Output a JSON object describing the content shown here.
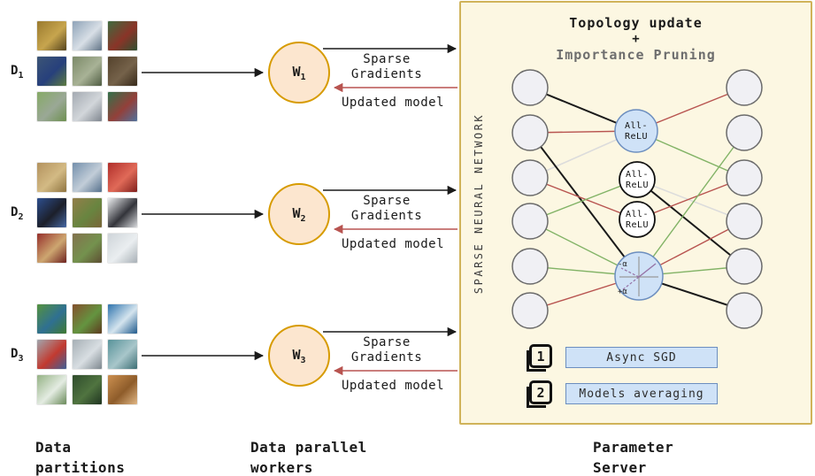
{
  "colors": {
    "worker_fill": "#fce6cf",
    "worker_border": "#d79b00",
    "server_bg": "#fcf7e2",
    "server_border": "#d0b35a",
    "node_fill": "#f0f0f4",
    "node_border": "#6b6b6b",
    "blue_fill": "#cfe2f7",
    "blue_border": "#6c8ebf",
    "white_fill": "#ffffff",
    "dark_border": "#111111",
    "black": "#1a1a1a",
    "red": "#b85450",
    "green": "#82b366",
    "gray": "#dcdcdc",
    "purple": "#9673a6",
    "axis": "#999999",
    "step_fill": "#cfe2f7",
    "step_border": "#6c8ebf"
  },
  "captions": {
    "c1_line1": "Data",
    "c1_line2": "partitions",
    "c2_line1": "Data parallel",
    "c2_line2": "workers",
    "c3_line1": "Parameter",
    "c3_line2": "Server"
  },
  "partitions": [
    {
      "label": "D",
      "sub": "1",
      "tiles": [
        {
          "name": "frog",
          "colors": [
            "#9a7a2e",
            "#c7a54e",
            "#55431c"
          ]
        },
        {
          "name": "truck",
          "colors": [
            "#8fa3b8",
            "#d8dfe6",
            "#5f7285"
          ]
        },
        {
          "name": "dump-truck",
          "colors": [
            "#3f6b3f",
            "#8a3428",
            "#2f5030"
          ]
        },
        {
          "name": "peacock",
          "colors": [
            "#3c5575",
            "#27407c",
            "#5d7c40"
          ]
        },
        {
          "name": "toad",
          "colors": [
            "#7c8a68",
            "#a8b296",
            "#4f5c42"
          ]
        },
        {
          "name": "owl",
          "colors": [
            "#54422c",
            "#75624a",
            "#382a1a"
          ]
        },
        {
          "name": "bird-grass",
          "colors": [
            "#86aa66",
            "#9aa896",
            "#6d9050"
          ]
        },
        {
          "name": "airplane",
          "colors": [
            "#a4aab2",
            "#d2d6da",
            "#7e858e"
          ]
        },
        {
          "name": "train",
          "colors": [
            "#33704a",
            "#93403a",
            "#50719c"
          ]
        }
      ]
    },
    {
      "label": "D",
      "sub": "2",
      "tiles": [
        {
          "name": "deer",
          "colors": [
            "#b3925e",
            "#d3ba84",
            "#8f7440"
          ]
        },
        {
          "name": "car-mountain",
          "colors": [
            "#7490ac",
            "#c2cdd8",
            "#55708c"
          ]
        },
        {
          "name": "red-car",
          "colors": [
            "#b02e2a",
            "#e06a58",
            "#801f1c"
          ]
        },
        {
          "name": "black-dog",
          "colors": [
            "#2d4e8e",
            "#1c1f2a",
            "#4668a4"
          ]
        },
        {
          "name": "elk",
          "colors": [
            "#937e4a",
            "#688540",
            "#7a6538"
          ]
        },
        {
          "name": "plane-silhouette",
          "colors": [
            "#eceef0",
            "#33343a",
            "#d8dadd"
          ]
        },
        {
          "name": "dog-carpet",
          "colors": [
            "#96302c",
            "#cda670",
            "#6e2220"
          ]
        },
        {
          "name": "cattle",
          "colors": [
            "#83724e",
            "#74924e",
            "#5d4e32"
          ]
        },
        {
          "name": "white-truck",
          "colors": [
            "#ced4d9",
            "#eaeef0",
            "#a8b0b6"
          ]
        }
      ]
    },
    {
      "label": "D",
      "sub": "3",
      "tiles": [
        {
          "name": "peacock-green",
          "colors": [
            "#54923f",
            "#2f7092",
            "#3f7a30"
          ]
        },
        {
          "name": "horse",
          "colors": [
            "#84502c",
            "#649440",
            "#5e3a1e"
          ]
        },
        {
          "name": "boat",
          "colors": [
            "#2f74ae",
            "#d4e4ee",
            "#1f5a8c"
          ]
        },
        {
          "name": "jet",
          "colors": [
            "#a0a6ad",
            "#c23a30",
            "#3f5f96"
          ]
        },
        {
          "name": "truck-gray",
          "colors": [
            "#a6afb5",
            "#d8dee2",
            "#7d878e"
          ]
        },
        {
          "name": "teal-car",
          "colors": [
            "#58939a",
            "#a8c6ca",
            "#3c6e74"
          ]
        },
        {
          "name": "bird-perched",
          "colors": [
            "#94b284",
            "#e4ece2",
            "#6a8a5a"
          ]
        },
        {
          "name": "monkey",
          "colors": [
            "#2f4c2c",
            "#507440",
            "#1f3420"
          ]
        },
        {
          "name": "puppy",
          "colors": [
            "#cc9050",
            "#8e5c2a",
            "#e0b684"
          ]
        }
      ]
    }
  ],
  "workers": [
    {
      "label": "W",
      "sub": "1",
      "arrow_out_line1": "Sparse",
      "arrow_out_line2": "Gradients",
      "arrow_back": "Updated model"
    },
    {
      "label": "W",
      "sub": "2",
      "arrow_out_line1": "Sparse",
      "arrow_out_line2": "Gradients",
      "arrow_back": "Updated model"
    },
    {
      "label": "W",
      "sub": "3",
      "arrow_out_line1": "Sparse",
      "arrow_out_line2": "Gradients",
      "arrow_back": "Updated model"
    }
  ],
  "server": {
    "title": "Topology update",
    "plus": "+",
    "subtitle": "Importance Pruning",
    "side_label": "SPARSE NEURAL NETWORK",
    "relu_label_line1": "All-",
    "relu_label_line2": "ReLU",
    "activation": {
      "neg": "-α",
      "pos": "+α"
    },
    "steps": [
      {
        "num": "1",
        "label": "Async SGD"
      },
      {
        "num": "2",
        "label": "Models averaging"
      }
    ],
    "network": {
      "input_count": 6,
      "output_count": 6,
      "hidden": [
        {
          "id": "M1",
          "type": "all-relu",
          "variant": "blue"
        },
        {
          "id": "M2",
          "type": "all-relu",
          "variant": "white"
        },
        {
          "id": "M3",
          "type": "all-relu",
          "variant": "white"
        },
        {
          "id": "M4",
          "type": "activation",
          "variant": "blue"
        }
      ],
      "edges": [
        {
          "from": "L1",
          "to": "M1",
          "color": "black"
        },
        {
          "from": "L2",
          "to": "M1",
          "color": "red"
        },
        {
          "from": "L3",
          "to": "M1",
          "color": "gray"
        },
        {
          "from": "L2",
          "to": "M4",
          "color": "black"
        },
        {
          "from": "L3",
          "to": "M3",
          "color": "red"
        },
        {
          "from": "L4",
          "to": "M2",
          "color": "green"
        },
        {
          "from": "L4",
          "to": "M4",
          "color": "green"
        },
        {
          "from": "L5",
          "to": "M4",
          "color": "green"
        },
        {
          "from": "L6",
          "to": "M4",
          "color": "red"
        },
        {
          "from": "M1",
          "to": "R1",
          "color": "red"
        },
        {
          "from": "M1",
          "to": "R3",
          "color": "green"
        },
        {
          "from": "M2",
          "to": "R4",
          "color": "gray"
        },
        {
          "from": "M2",
          "to": "R5",
          "color": "black"
        },
        {
          "from": "M3",
          "to": "R3",
          "color": "red"
        },
        {
          "from": "M4",
          "to": "R2",
          "color": "green"
        },
        {
          "from": "M4",
          "to": "R4",
          "color": "red"
        },
        {
          "from": "M4",
          "to": "R5",
          "color": "green"
        },
        {
          "from": "M4",
          "to": "R6",
          "color": "black"
        }
      ]
    }
  }
}
